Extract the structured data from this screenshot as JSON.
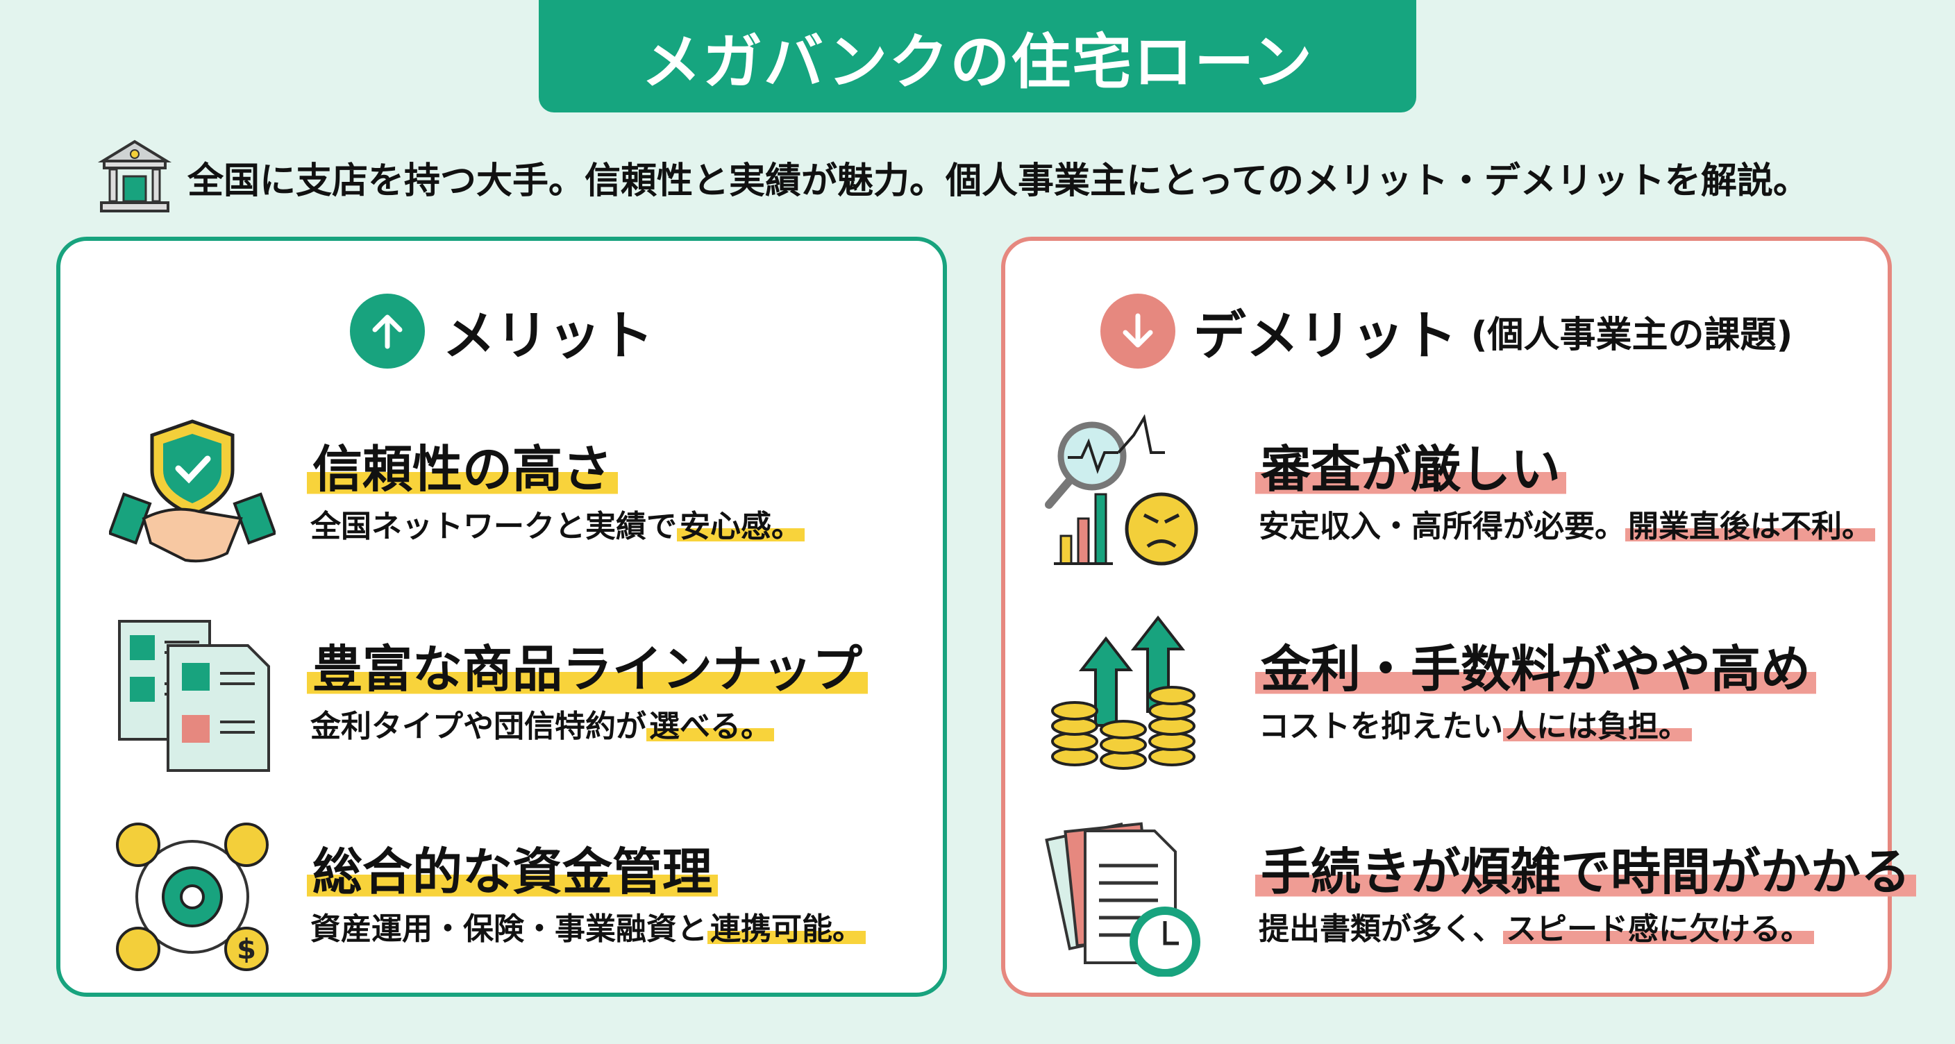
{
  "header": {
    "title": "メガバンクの住宅ローン"
  },
  "subtitle": {
    "icon": "bank-icon",
    "text": "全国に支店を持つ大手。信頼性と実績が魅力。個人事業主にとってのメリット・デメリットを解説。"
  },
  "colors": {
    "accent_green": "#16a57f",
    "accent_red": "#e6887f",
    "highlight_yellow": "#f8d33b",
    "highlight_red": "#ef9c94",
    "background": "#e3f4ee"
  },
  "merits": {
    "icon": "arrow-up-icon",
    "heading": "メリット",
    "items": [
      {
        "icon": "shield-handshake-icon",
        "title": "信頼性の高さ",
        "desc_plain": "全国ネットワークと実績で",
        "desc_highlight": "安心感。"
      },
      {
        "icon": "documents-icon",
        "title": "豊富な商品ラインナップ",
        "desc_plain": "金利タイプや団信特約が",
        "desc_highlight": "選べる。"
      },
      {
        "icon": "gear-network-icon",
        "title": "総合的な資金管理",
        "desc_plain": "資産運用・保険・事業融資と",
        "desc_highlight": "連携可能。"
      }
    ]
  },
  "demerits": {
    "icon": "arrow-down-icon",
    "heading": "デメリット",
    "heading_sub": "(個人事業主の課題)",
    "items": [
      {
        "icon": "magnifier-angry-face-icon",
        "title": "審査が厳しい",
        "desc_plain": "安定収入・高所得が必要。",
        "desc_highlight": "開業直後は不利。"
      },
      {
        "icon": "coins-arrows-up-icon",
        "title": "金利・手数料がやや高め",
        "desc_plain": "コストを抑えたい",
        "desc_highlight": "人には負担。"
      },
      {
        "icon": "documents-clock-icon",
        "title": "手続きが煩雑で時間がかかる",
        "desc_plain": "提出書類が多く、",
        "desc_highlight": "スピード感に欠ける。"
      }
    ]
  }
}
